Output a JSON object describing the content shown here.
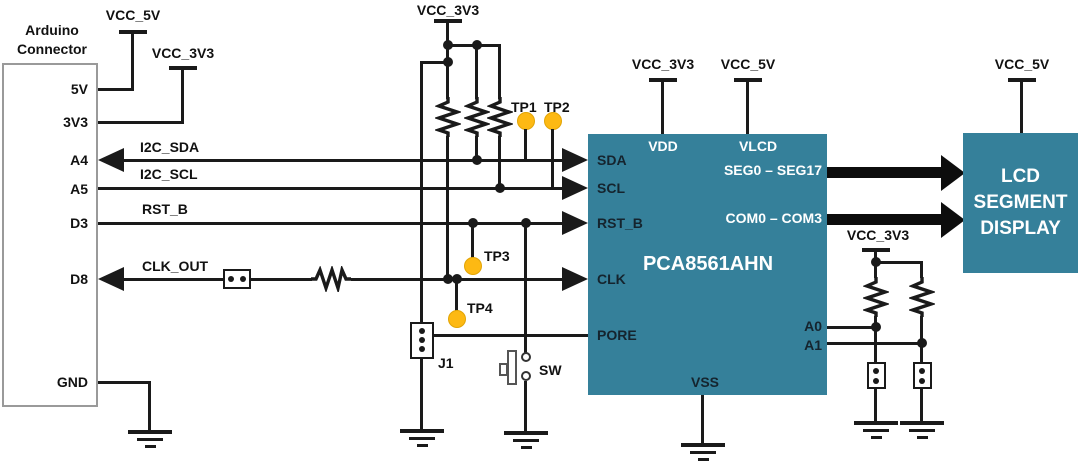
{
  "colors": {
    "teal": "#35809A",
    "yellow": "#FDB913",
    "wire": "#1A1A1A"
  },
  "arduino": {
    "title1": "Arduino",
    "title2": "Connector",
    "pin_5v": "5V",
    "pin_3v3": "3V3",
    "pin_a4": "A4",
    "pin_a5": "A5",
    "pin_d3": "D3",
    "pin_d8": "D8",
    "pin_gnd": "GND"
  },
  "power": {
    "vcc_5v": "VCC_5V",
    "vcc_3v3": "VCC_3V3"
  },
  "signals": {
    "sda": "I2C_SDA",
    "scl": "I2C_SCL",
    "rst": "RST_B",
    "clk": "CLK_OUT"
  },
  "testpoints": {
    "tp1": "TP1",
    "tp2": "TP2",
    "tp3": "TP3",
    "tp4": "TP4"
  },
  "connectors": {
    "j1": "J1",
    "sw": "SW"
  },
  "chip": {
    "name": "PCA8561AHN",
    "pin_sda": "SDA",
    "pin_scl": "SCL",
    "pin_rst": "RST_B",
    "pin_clk": "CLK",
    "pin_pore": "PORE",
    "pin_vdd": "VDD",
    "pin_vlcd": "VLCD",
    "pin_seg": "SEG0 – SEG17",
    "pin_com": "COM0 – COM3",
    "pin_a0": "A0",
    "pin_a1": "A1",
    "pin_vss": "VSS"
  },
  "lcd": {
    "line1": "LCD",
    "line2": "SEGMENT",
    "line3": "DISPLAY"
  }
}
